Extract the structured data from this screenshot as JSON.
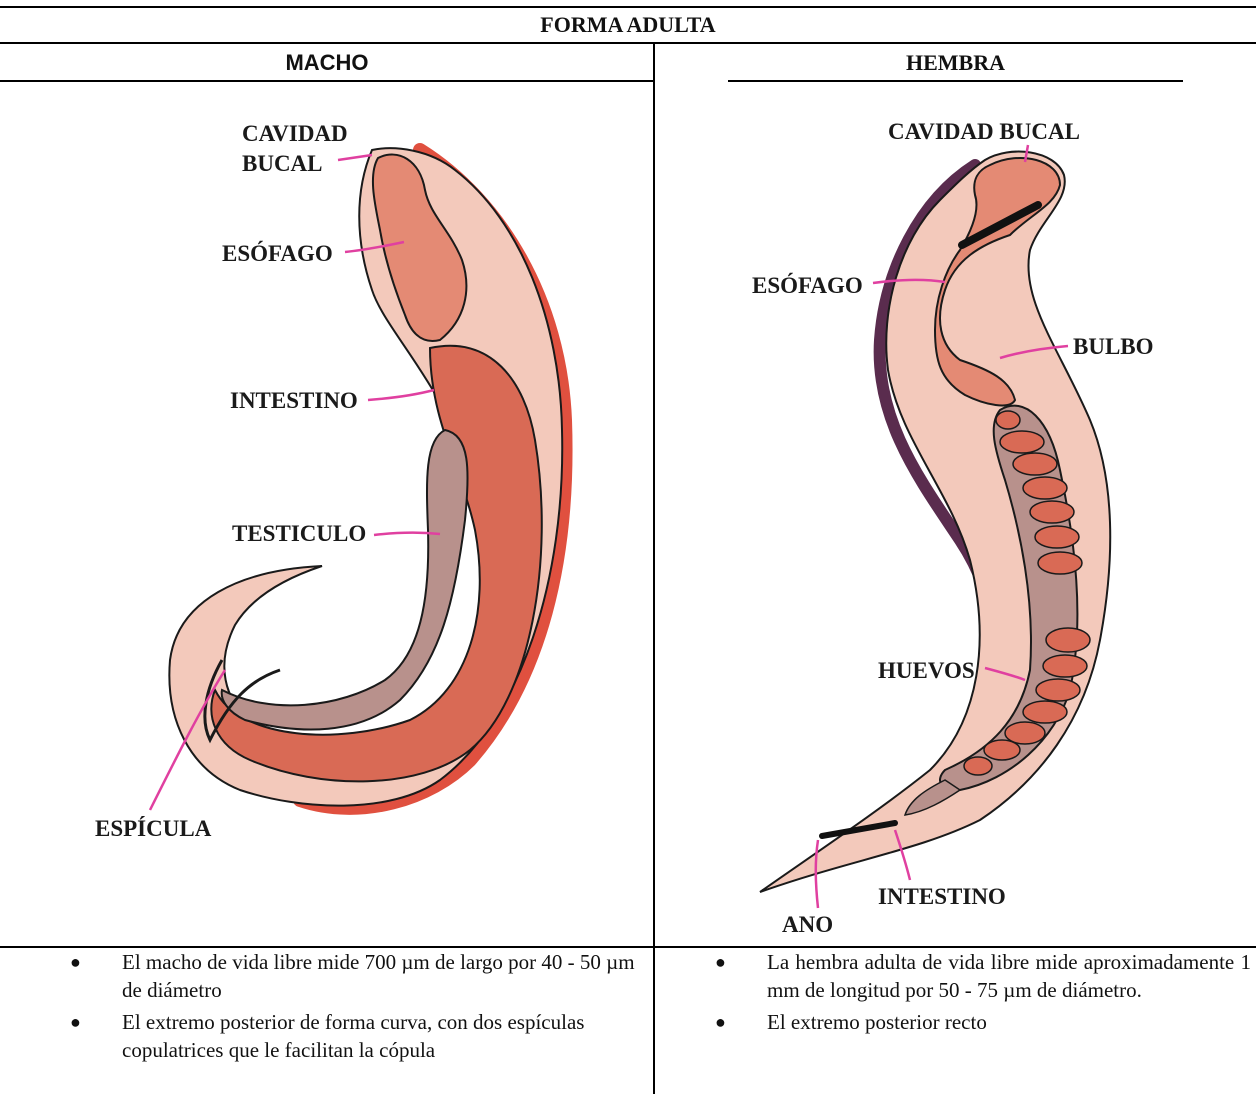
{
  "table": {
    "title": "FORMA ADULTA",
    "male_header": "MACHO",
    "female_header": "HEMBRA"
  },
  "male_labels": {
    "cavidad_bucal_1": "CAVIDAD",
    "cavidad_bucal_2": "BUCAL",
    "esofago": "ESÓFAGO",
    "intestino": "INTESTINO",
    "testiculo": "TESTICULO",
    "espicula": "ESPÍCULA"
  },
  "female_labels": {
    "cavidad_bucal": "CAVIDAD BUCAL",
    "esofago": "ESÓFAGO",
    "bulbo": "BULBO",
    "huevos": "HUEVOS",
    "intestino": "INTESTINO",
    "ano": "ANO"
  },
  "male_notes": [
    "El macho de vida libre mide 700 µm de largo por 40 - 50 µm de diámetro",
    "El extremo posterior de forma curva, con dos espículas copulatrices que le facilitan la cópula"
  ],
  "female_notes": [
    "La hembra adulta de vida libre mide aproximadamente 1 mm de longitud por 50 - 75 µm de diámetro.",
    "El extremo posterior recto"
  ],
  "colors": {
    "body_fill": "#f3c9bb",
    "organ_fill": "#e48a74",
    "intestine_fill": "#d96a55",
    "testis_fill": "#b8918c",
    "cuticle_red": "#e0503f",
    "cuticle_purple": "#5a2c4e",
    "pointer": "#e040a0"
  }
}
